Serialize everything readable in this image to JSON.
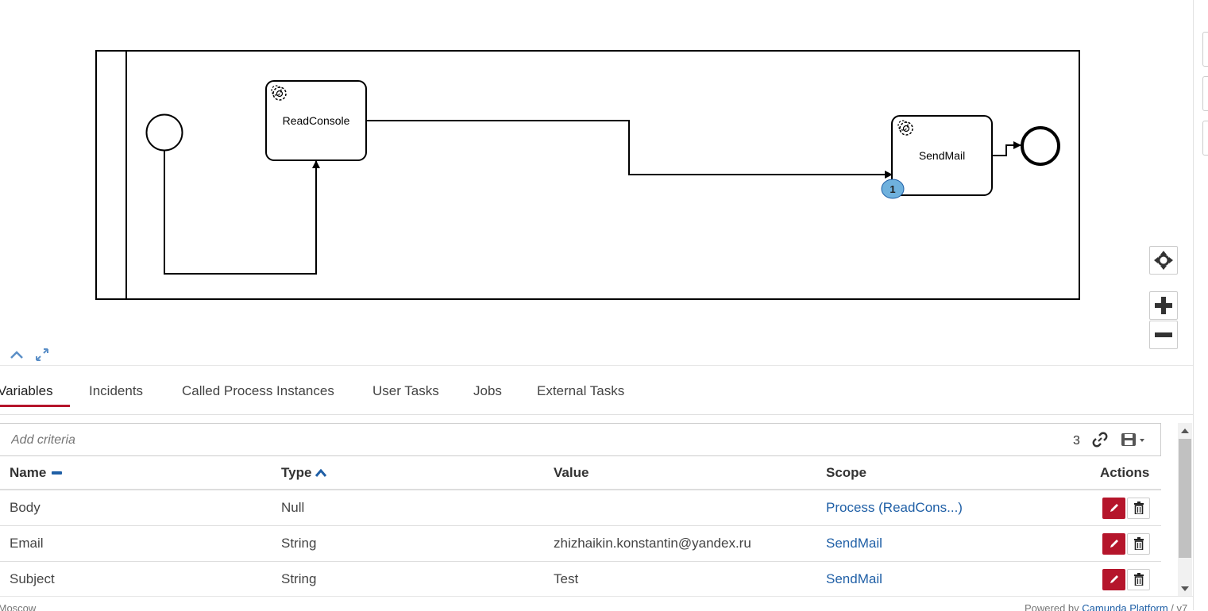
{
  "diagram": {
    "tasks": [
      {
        "label": "ReadConsole"
      },
      {
        "label": "SendMail",
        "badge": "1"
      }
    ]
  },
  "tabs": [
    {
      "label": "Variables",
      "active": true
    },
    {
      "label": "Incidents"
    },
    {
      "label": "Called Process Instances"
    },
    {
      "label": "User Tasks"
    },
    {
      "label": "Jobs"
    },
    {
      "label": "External Tasks"
    }
  ],
  "search": {
    "placeholder": "Add criteria",
    "count": "3"
  },
  "table": {
    "headers": {
      "name": "Name",
      "type": "Type",
      "value": "Value",
      "scope": "Scope",
      "actions": "Actions"
    },
    "rows": [
      {
        "name": "Body",
        "type": "Null",
        "value": "",
        "scope": "Process (ReadCons...)"
      },
      {
        "name": "Email",
        "type": "String",
        "value": "zhizhaikin.konstantin@yandex.ru",
        "scope": "SendMail"
      },
      {
        "name": "Subject",
        "type": "String",
        "value": "Test",
        "scope": "SendMail"
      }
    ]
  },
  "footer": {
    "left": "/Moscow",
    "right_prefix": "Powered by ",
    "right_link": "Camunda Platform",
    "right_suffix": " / v7"
  },
  "colors": {
    "accent": "#b5152b",
    "link": "#1f5fa6",
    "badge": "#6fb1dd"
  }
}
